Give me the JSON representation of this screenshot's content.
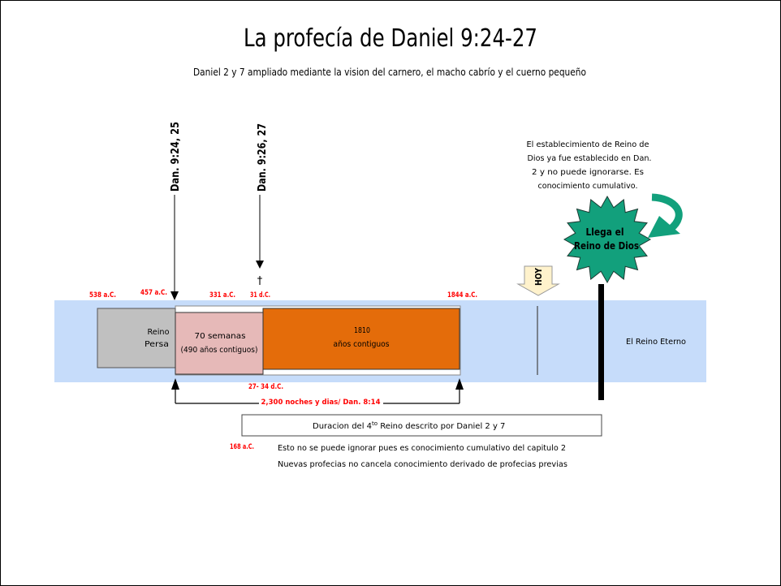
{
  "title": "La profecía de Daniel 9:24-27",
  "subtitle": "Daniel 2 y 7 ampliado mediante la vision del carnero, el macho cabrío y el cuerno pequeño",
  "references": {
    "dan_9_24_25": "Dan. 9:24, 25",
    "dan_9_26_27": "Dan. 9:26, 27",
    "dagger": "†"
  },
  "dates": {
    "d538": "538 a.C.",
    "d457": "457 a.C.",
    "d331": "331 a.C.",
    "d31": "31 d.C.",
    "d1844": "1844 a.C.",
    "d27_34": "27- 34 d.C.",
    "d168": "168 a.C."
  },
  "blocks": {
    "persa": [
      "Reino",
      "Persa"
    ],
    "setenta": [
      "70 semanas",
      "(490 años contiguos)"
    ],
    "restante": [
      "1810",
      "años contiguos"
    ]
  },
  "span_2300": "2,300 noches y dias/ Dan. 8:14",
  "fourth_kingdom": {
    "prefix": "Duracion del 4",
    "sup": "to",
    "suffix": " Reino descrito por Daniel 2 y 7"
  },
  "notes": [
    "Esto no se puede ignorar pues es conocimiento cumulativo del capitulo 2",
    "Nuevas profecias no cancela conocimiento derivado de profecias previas"
  ],
  "hoy": "HOY",
  "kingdom_note": [
    "El establecimiento de Reino de",
    "Dios ya fue establecido en Dan.",
    "2 y no puede ignorarse.  Es",
    "conocimiento cumulativo."
  ],
  "star": [
    "Llega el",
    "Reino de Dios"
  ],
  "eternal": "El Reino Eterno",
  "colors": {
    "band": "#c6dcfa",
    "persa": "#c0c0c0",
    "setenta": "#e6b9b8",
    "restante": "#e46c0a",
    "star": "#12a07c",
    "curved_arrow": "#12a07c",
    "hoy": "#fff2cc",
    "date_red": "#ff0000"
  }
}
